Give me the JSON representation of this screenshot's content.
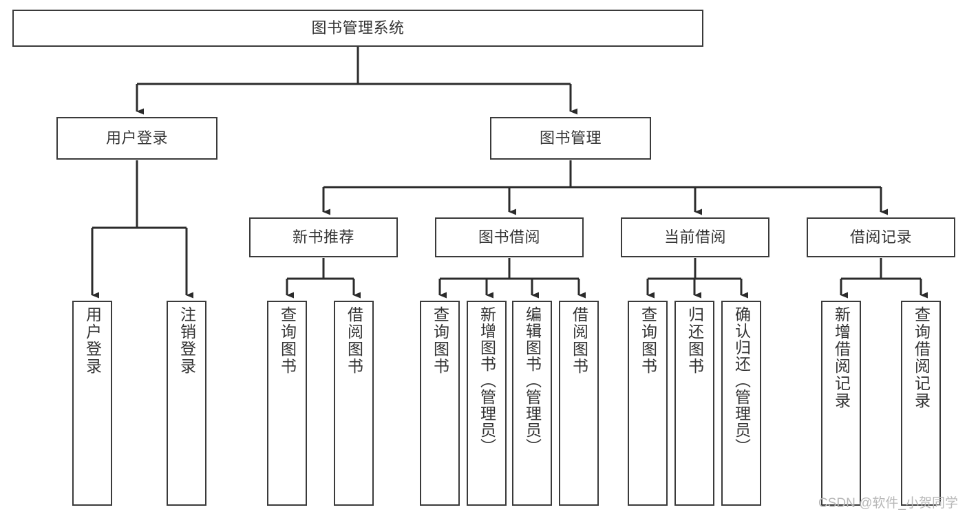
{
  "diagram": {
    "type": "tree-hierarchy",
    "title": "图书管理系统",
    "watermark": "CSDN @软件_小贺同学",
    "colors": {
      "box_border": "#3a3a3a",
      "box_fill": "#ffffff",
      "text": "#333333",
      "connector": "#2b2b2b",
      "watermark": "#b8b8b8",
      "background": "#ffffff"
    },
    "nodes": {
      "root": {
        "label": "图书管理系统",
        "orientation": "horizontal"
      },
      "level2": [
        {
          "label": "用户登录",
          "orientation": "horizontal"
        },
        {
          "label": "图书管理",
          "orientation": "horizontal"
        }
      ],
      "level3": [
        {
          "label": "新书推荐",
          "orientation": "horizontal"
        },
        {
          "label": "图书借阅",
          "orientation": "horizontal"
        },
        {
          "label": "当前借阅",
          "orientation": "horizontal"
        },
        {
          "label": "借阅记录",
          "orientation": "horizontal"
        }
      ],
      "leaves": {
        "user_login": [
          {
            "label": "用户登录",
            "orientation": "vertical"
          },
          {
            "label": "注销登录",
            "orientation": "vertical"
          }
        ],
        "new_book_recommend": [
          {
            "label": "查询图书",
            "orientation": "vertical"
          },
          {
            "label": "借阅图书",
            "orientation": "vertical"
          }
        ],
        "book_borrow": [
          {
            "label": "查询图书",
            "orientation": "vertical"
          },
          {
            "label": "新增图书（管理员）",
            "orientation": "vertical"
          },
          {
            "label": "编辑图书（管理员）",
            "orientation": "vertical"
          },
          {
            "label": "借阅图书",
            "orientation": "vertical"
          }
        ],
        "current_borrow": [
          {
            "label": "查询图书",
            "orientation": "vertical"
          },
          {
            "label": "归还图书",
            "orientation": "vertical"
          },
          {
            "label": "确认归还（管理员）",
            "orientation": "vertical"
          }
        ],
        "borrow_record": [
          {
            "label": "新增借阅记录",
            "orientation": "vertical"
          },
          {
            "label": "查询借阅记录",
            "orientation": "vertical"
          }
        ]
      }
    }
  }
}
